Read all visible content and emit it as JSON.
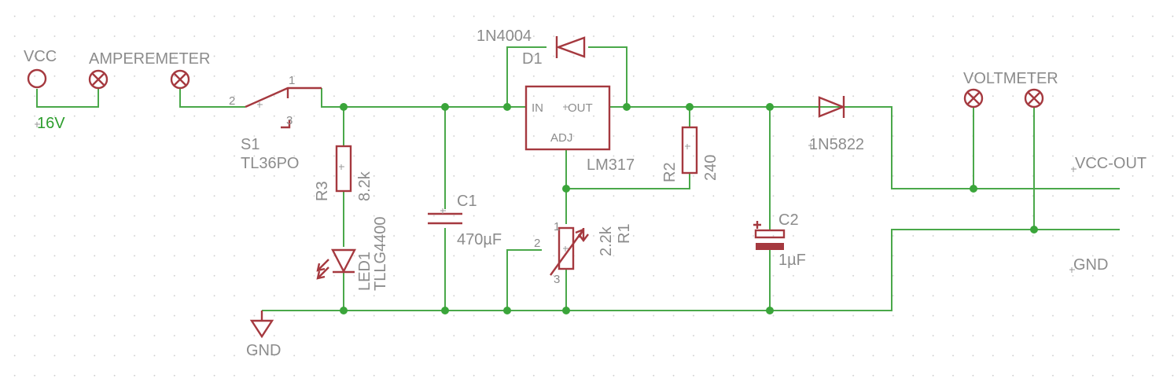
{
  "supply": {
    "name": "VCC",
    "value": "16V"
  },
  "ammeter": {
    "label": "AMPEREMETER"
  },
  "voltmeter": {
    "label": "VOLTMETER"
  },
  "switch": {
    "ref": "S1",
    "part": "TL36PO",
    "pins": [
      "1",
      "2",
      "3"
    ]
  },
  "r3": {
    "ref": "R3",
    "value": "8.2k"
  },
  "led1": {
    "ref": "LED1",
    "part": "TLLG4400"
  },
  "c1": {
    "ref": "C1",
    "value": "470µF"
  },
  "d1": {
    "ref": "D1",
    "part": "1N4004"
  },
  "regulator": {
    "part": "LM317",
    "pin_in": "IN",
    "pin_out": "OUT",
    "pin_adj": "ADJ"
  },
  "r2": {
    "ref": "R2",
    "value": "240"
  },
  "r1": {
    "ref": "R1",
    "value": "2.2k",
    "pins": [
      "1",
      "2",
      "3"
    ]
  },
  "c2": {
    "ref": "C2",
    "value": "1µF"
  },
  "d2": {
    "part": "1N5822"
  },
  "outputs": {
    "vcc_out": "VCC-OUT",
    "gnd_out": "GND"
  },
  "ground": {
    "label": "GND"
  },
  "colors": {
    "wire": "#4aa84a",
    "symbol": "#a5393f",
    "text": "#8c8c8c",
    "supply_value": "#2e9e2e"
  }
}
